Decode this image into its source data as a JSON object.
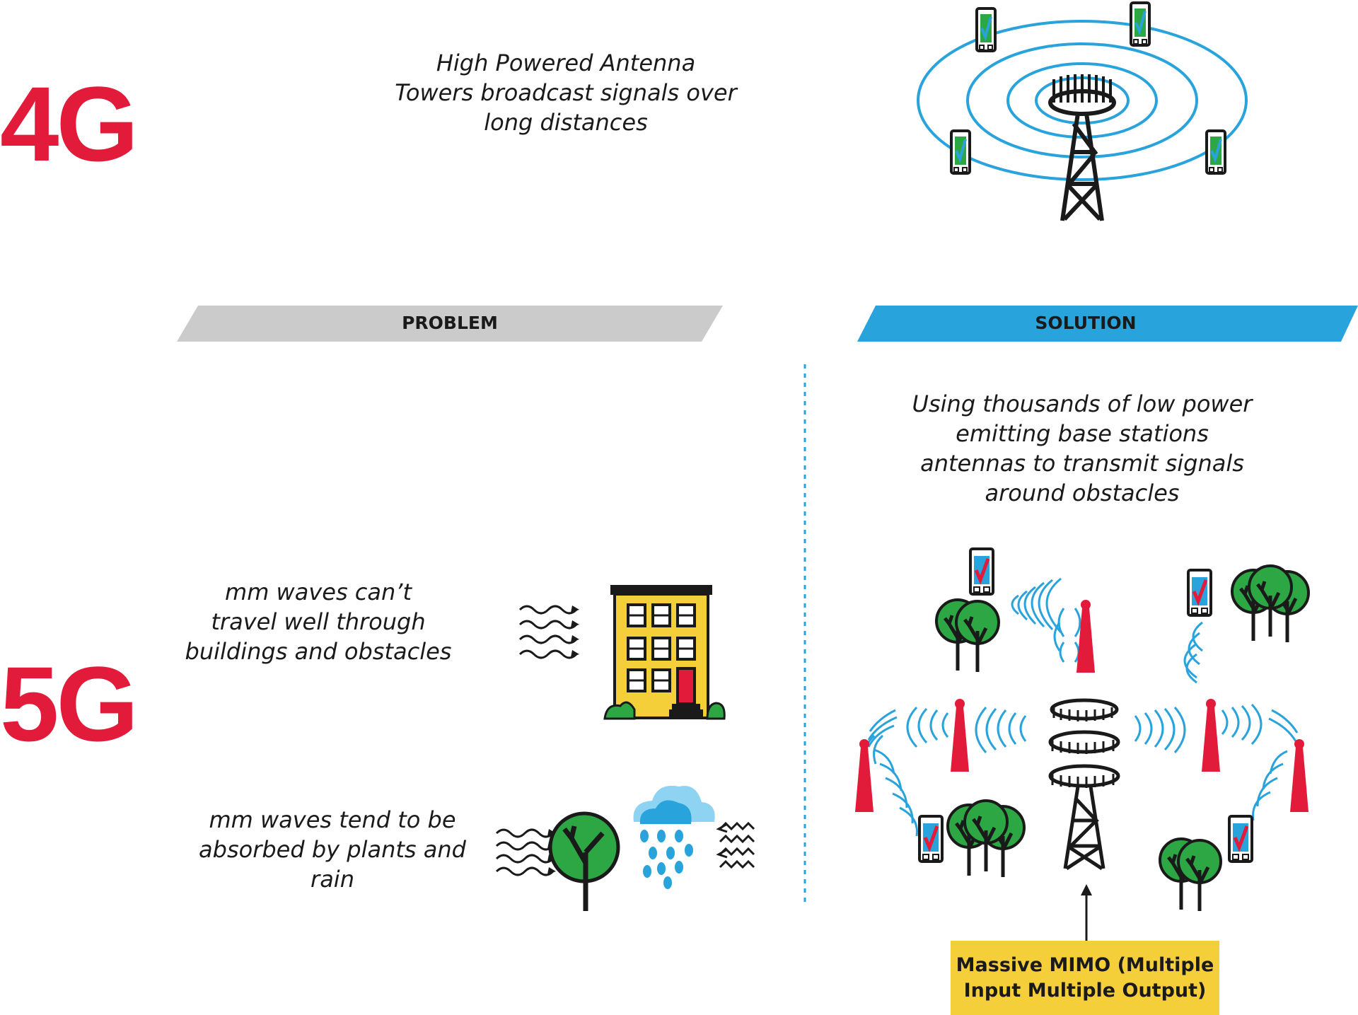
{
  "gen4": {
    "label": "4G",
    "caption": "High Powered Antenna\nTowers broadcast signals over\nlong distances"
  },
  "banners": {
    "problem": "PROBLEM",
    "solution": "SOLUTION"
  },
  "gen5": {
    "label": "5G",
    "problem_buildings": "mm waves can’t\ntravel well through\nbuildings and obstacles",
    "problem_plants": "mm waves tend to be\nabsorbed by plants and\nrain",
    "solution_caption": "Using thousands of low power\nemitting base stations\nantennas to transmit signals\naround obstacles",
    "mimo_label": "Massive MIMO (Multiple\nInput Multiple Output)"
  },
  "colors": {
    "accent_red": "#e31b3a",
    "solution_blue": "#29a3dc",
    "problem_gray": "#cbcbcb",
    "mimo_yellow": "#f5cf3a",
    "tree_green": "#2da744",
    "building_yellow": "#f5cf3a"
  },
  "icons": [
    "tower-icon",
    "phone-icon",
    "building-icon",
    "tree-icon",
    "rain-cloud-icon",
    "wave-icon",
    "checkmark-icon",
    "small-cell-icon"
  ]
}
